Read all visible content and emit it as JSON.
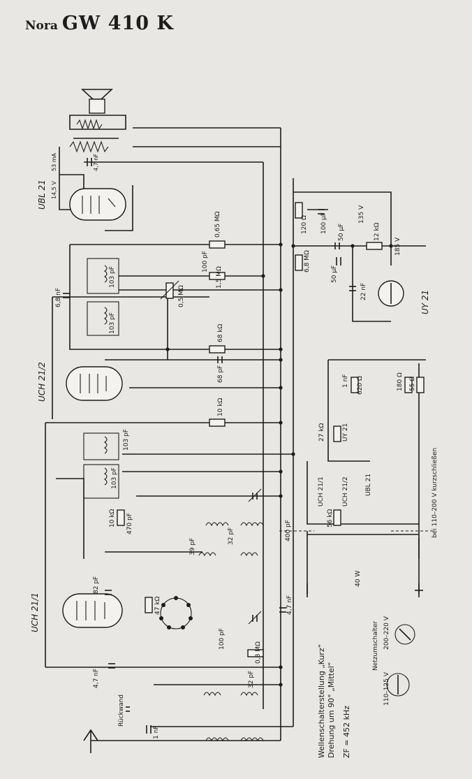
{
  "header": {
    "brand": "Nora",
    "model": "GW 410 K"
  },
  "tubes": [
    "UBL 21",
    "UCH 21/2",
    "UCH 21/1",
    "UY 21"
  ],
  "speaker_labels": {
    "voltage": "14,5 V",
    "current": "53 mA",
    "cap": "4,7 nF"
  },
  "components": {
    "r_065": "0,65 MΩ",
    "c_100p_a": "100 pF",
    "r_15": "1,5 MΩ",
    "pot": "0,5 MΩ",
    "c_103_a": "103 pF",
    "c_103_b": "103 pF",
    "c_68n": "6,8 nF",
    "r_68k": "68 kΩ",
    "c_68p": "68 pF",
    "r_10k_a": "10 kΩ",
    "c_103_c": "103 pF",
    "c_103_d": "103 pF",
    "r_10k_b": "10 kΩ",
    "c_470": "470 pF",
    "c_39": "39 pF",
    "c_32_a": "32 pF",
    "c_400": "400 pF",
    "c_82": "82 pF",
    "r_47k": "47 kΩ",
    "c_47n_a": "4,7 nF",
    "c_100p_b": "100 pF",
    "r_08": "0,8 MΩ",
    "c_32_b": "32 pF",
    "c_47n_b": "4,7 nF",
    "ant_cap": "1 nF",
    "r_120": "120 Ω",
    "c_100u": "100 µF",
    "v_135": "135 V",
    "c_50u_a": "50 µF",
    "r_12k": "12 kΩ",
    "v_185": "185 V",
    "r_68m": "6,8 MΩ",
    "c_50u_b": "50 µF",
    "c_22n": "22 nF",
    "c_1n": "1 nF",
    "r_620": "620 Ω",
    "r_180": "180 Ω",
    "r_55": "55 Ω",
    "r_27k": "27 kΩ",
    "uy": "UY 21",
    "r_56k": "56 kΩ",
    "heat_1": "UCH 21/1",
    "heat_2": "UCH 21/2",
    "heat_3": "UBL 21",
    "short_note": "bei 110–200 V kurzschließen",
    "power": "40 W",
    "rueckwand": "Rückwand"
  },
  "notes": {
    "wave_1": "Wellenschalterstellung „Kurz“",
    "wave_2": "Drehung um 90°   „Mittel“",
    "zf": "ZF = 452 kHz",
    "mains_title": "Netzumschalter",
    "mains_range_high": "200–220 V",
    "mains_range_low": "110–125 V"
  }
}
